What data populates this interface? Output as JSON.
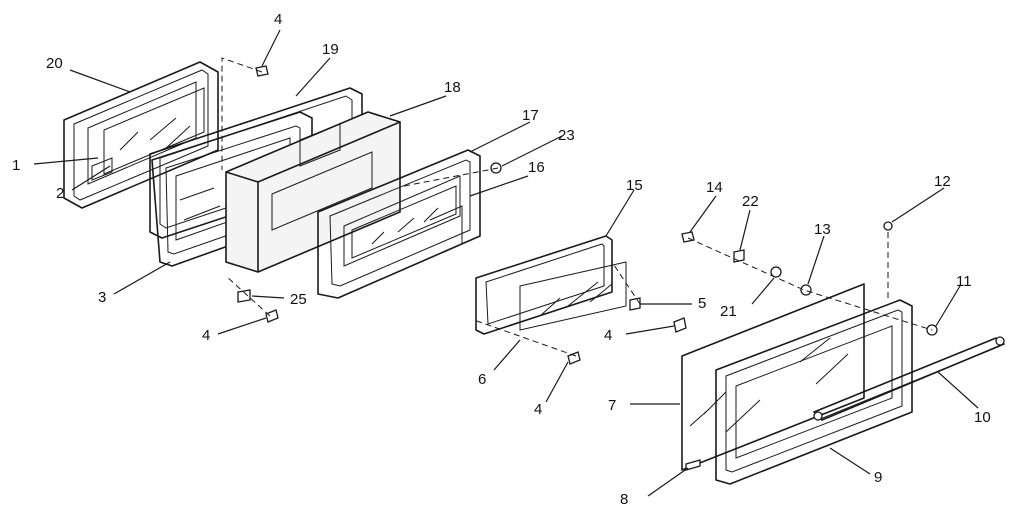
{
  "callouts": [
    {
      "id": "c1",
      "text": "1"
    },
    {
      "id": "c2",
      "text": "2"
    },
    {
      "id": "c3",
      "text": "3"
    },
    {
      "id": "c4a",
      "text": "4"
    },
    {
      "id": "c4b",
      "text": "4"
    },
    {
      "id": "c4c",
      "text": "4"
    },
    {
      "id": "c4d",
      "text": "4"
    },
    {
      "id": "c5",
      "text": "5"
    },
    {
      "id": "c6",
      "text": "6"
    },
    {
      "id": "c7",
      "text": "7"
    },
    {
      "id": "c8",
      "text": "8"
    },
    {
      "id": "c9",
      "text": "9"
    },
    {
      "id": "c10",
      "text": "10"
    },
    {
      "id": "c11",
      "text": "11"
    },
    {
      "id": "c12",
      "text": "12"
    },
    {
      "id": "c13",
      "text": "13"
    },
    {
      "id": "c14",
      "text": "14"
    },
    {
      "id": "c15",
      "text": "15"
    },
    {
      "id": "c16",
      "text": "16"
    },
    {
      "id": "c17",
      "text": "17"
    },
    {
      "id": "c18",
      "text": "18"
    },
    {
      "id": "c19",
      "text": "19"
    },
    {
      "id": "c20",
      "text": "20"
    },
    {
      "id": "c21",
      "text": "21"
    },
    {
      "id": "c22",
      "text": "22"
    },
    {
      "id": "c23",
      "text": "23"
    },
    {
      "id": "c25",
      "text": "25"
    }
  ]
}
